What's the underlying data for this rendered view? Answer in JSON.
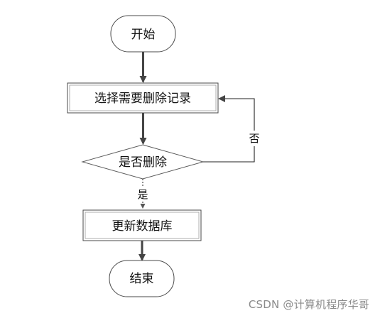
{
  "flowchart": {
    "nodes": {
      "start": "开始",
      "select": "选择需要删除记录",
      "decision": "是否删除",
      "update": "更新数据库",
      "end": "结束"
    },
    "edges": {
      "yes": "是",
      "no": "否"
    }
  },
  "watermark": "CSDN @计算机程序华哥"
}
